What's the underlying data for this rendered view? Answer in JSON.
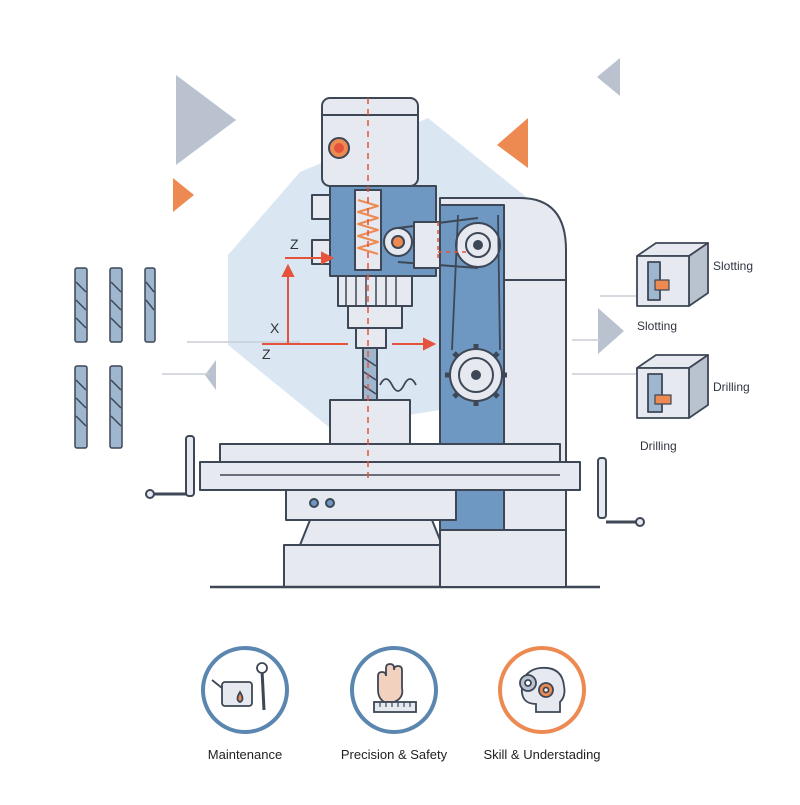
{
  "axes": {
    "z_upper": "Z",
    "x": "X",
    "z_lower": "Z"
  },
  "operations": {
    "top_block_label": "Slotting",
    "top_caption": "Slotting",
    "bottom_block_label": "Drilling",
    "bottom_caption": "Drilling"
  },
  "badges": [
    {
      "label": "Maintenance",
      "icon": "oil-can-wrench-icon",
      "ring_color": "#5b86b0"
    },
    {
      "label": "Precision & Safety",
      "icon": "hand-ruler-icon",
      "ring_color": "#5b86b0"
    },
    {
      "label": "Skill & Understading",
      "icon": "gear-head-icon",
      "ring_color": "#ec8a52"
    }
  ],
  "colors": {
    "outline": "#3d4756",
    "steel_light": "#e6e9ef",
    "machine_blue": "#6e97c2",
    "backdrop_blue": "#dae7f3",
    "accent_orange": "#ec8a52",
    "axis_red": "#e5533d",
    "triangle_gray": "#b9c2ce"
  }
}
